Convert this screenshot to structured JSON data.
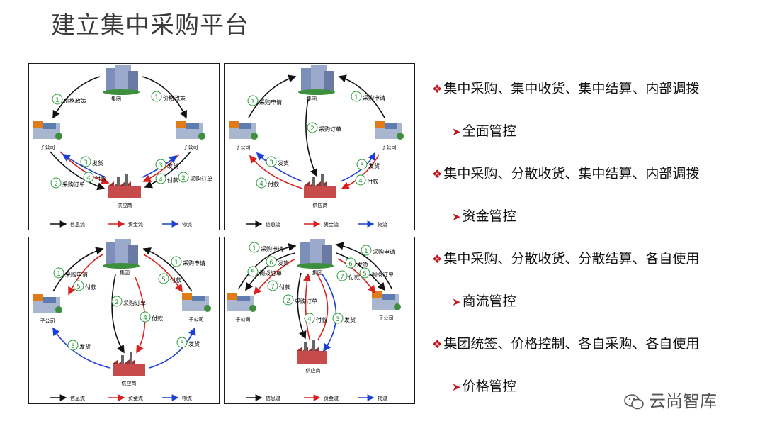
{
  "title": "建立集中采购平台",
  "common": {
    "group": "集团",
    "subsidiary": "子公司",
    "supplier": "供应商",
    "legend": [
      "信息流",
      "资金流",
      "物流"
    ]
  },
  "labels": {
    "c1": "①",
    "c2": "②",
    "c3": "③",
    "c4": "④",
    "c5": "⑤",
    "c6": "⑥",
    "c7": "⑦",
    "pricing": "价格政策",
    "order": "采购订单",
    "ship": "发货",
    "pay": "付款",
    "apply": "采购申请",
    "adjust": "调拨订单"
  },
  "bullets": [
    {
      "main": "集中采购、集中收货、集中结算、内部调拨",
      "sub": "全面管控"
    },
    {
      "main": "集中采购、分散收货、集中结算、内部调拨",
      "sub": "资金管控"
    },
    {
      "main": "集中采购、分散收货、分散结算、各自使用",
      "sub": "商流管控"
    },
    {
      "main": "集团统签、价格控制、各自采购、各自使用",
      "sub": "价格管控"
    }
  ],
  "watermark": "云尚智库",
  "colors": {
    "info": "#111111",
    "fund": "#d92020",
    "logistics": "#1c3fd6",
    "accent": "#c0181e"
  }
}
